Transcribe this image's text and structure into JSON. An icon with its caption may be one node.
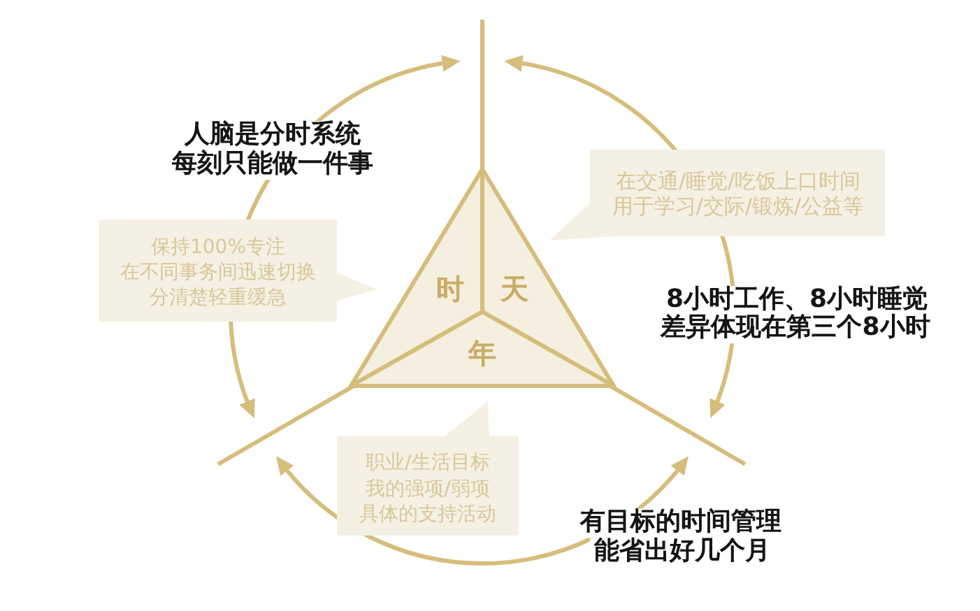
{
  "diagram": {
    "nodes": [
      {
        "text": [
          "时"
        ]
      },
      {
        "text": [
          "天"
        ]
      },
      {
        "text": [
          "年"
        ]
      },
      {
        "text": [
          "保持100%专注",
          "在不同事务间迅速切换",
          "分清楚轻重缓急"
        ]
      },
      {
        "text": [
          "在交通/睡觉/吃饭上口时间",
          "用于学习/交际/锻炼/公益等"
        ]
      },
      {
        "text": [
          "职业/生活目标",
          "我的强项/弱项",
          "具体的支持活动"
        ]
      }
    ],
    "labels": [
      "人脑是分时系统",
      "每刻只能做一件事",
      "8小时工作、8小时睡觉",
      "差异体现在第三个8小时",
      "有目标的时间管理",
      "能省出好几个月"
    ]
  }
}
